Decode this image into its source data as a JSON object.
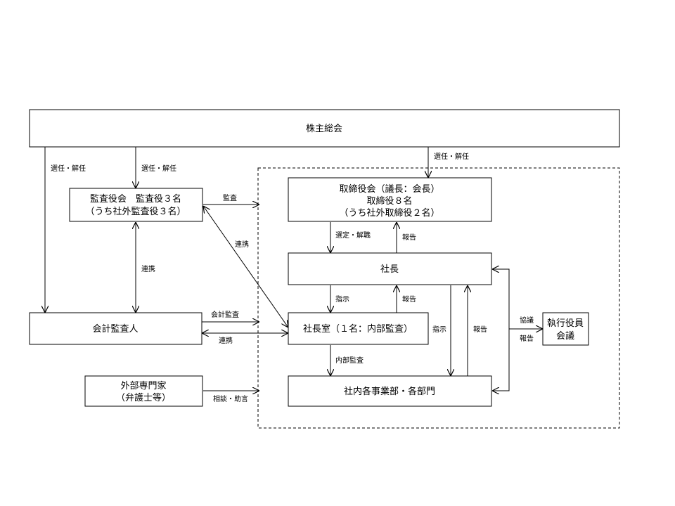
{
  "diagram": {
    "boxes": {
      "shareholders": [
        "株主総会"
      ],
      "audit_board": [
        "監査役会　監査役３名",
        "（うち社外監査役３名）"
      ],
      "board": [
        "取締役会（議長：会長）",
        "取締役８名",
        "（うち社外取締役２名）"
      ],
      "president": [
        "社長"
      ],
      "accounting_auditor": [
        "会計監査人"
      ],
      "president_office": [
        "社長室（１名：内部監査）"
      ],
      "executive_meeting": [
        "執行役員",
        "会議"
      ],
      "external_experts": [
        "外部専門家",
        "（弁護士等）"
      ],
      "divisions": [
        "社内各事業部・各部門"
      ]
    },
    "labels": {
      "appoint_dismiss_left": "選任・解任",
      "appoint_dismiss_mid": "選任・解任",
      "appoint_dismiss_right": "選任・解任",
      "audit": "監査",
      "cooperation_diag": "連携",
      "cooperation_vert": "連携",
      "accounting_audit": "会計監査",
      "cooperation_acct": "連携",
      "consultation_advice": "相談・助言",
      "select_dismiss": "選定・解職",
      "report_board": "報告",
      "instruct_office": "指示",
      "report_office": "報告",
      "internal_audit": "内部監査",
      "instruct_divisions": "指示",
      "report_divisions": "報告",
      "consult": "協議",
      "report_exec": "報告"
    }
  }
}
